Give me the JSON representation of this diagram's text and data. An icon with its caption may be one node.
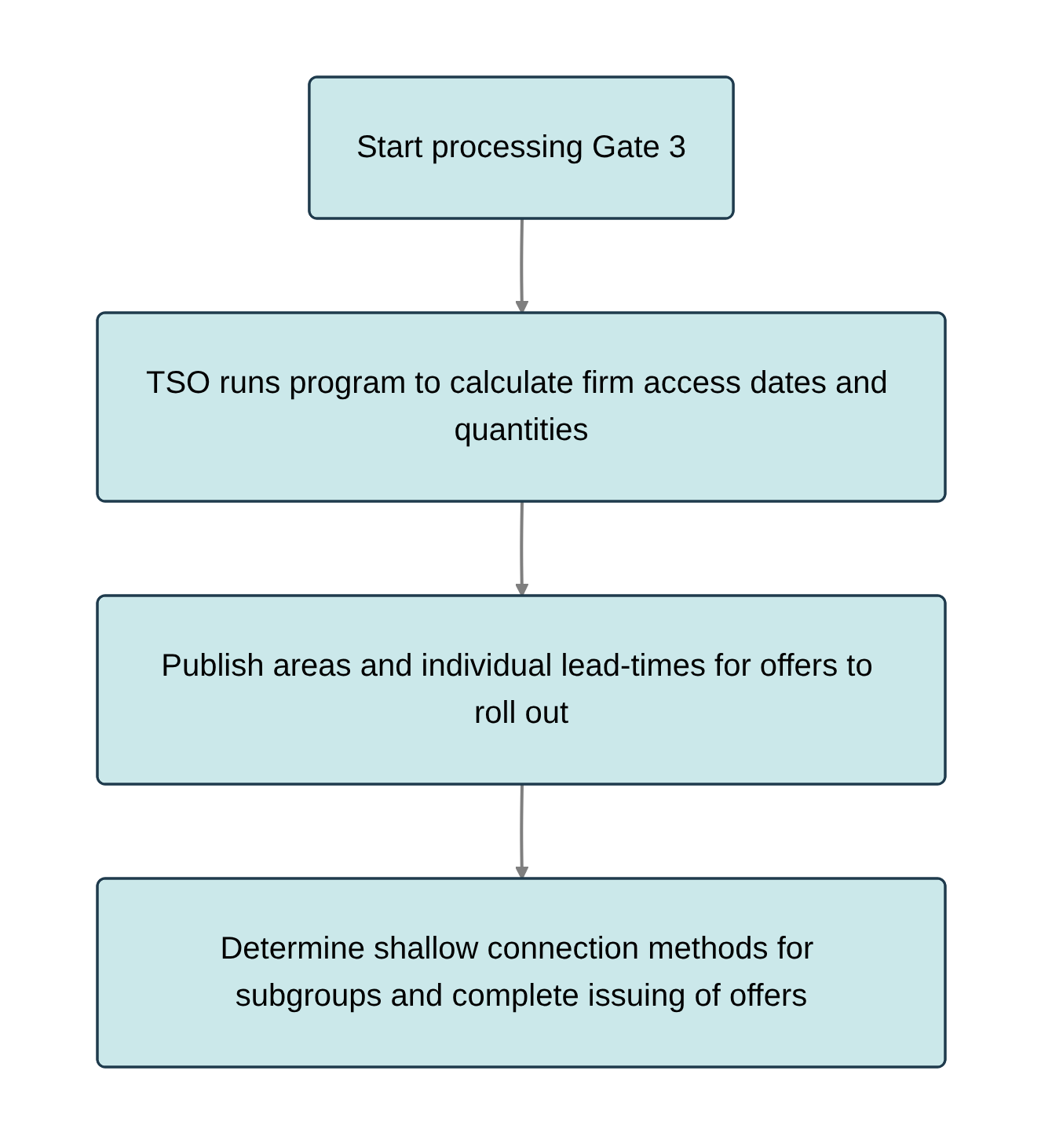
{
  "diagram": {
    "nodes": [
      {
        "text": [
          "Start processing Gate 3"
        ]
      },
      {
        "text": [
          "TSO runs program to calculate firm access dates and quantities"
        ]
      },
      {
        "text": [
          "Publish areas and individual lead-times for offers to roll out"
        ]
      },
      {
        "text": [
          "Determine shallow connection methods for subgroups and complete issuing of offers"
        ]
      }
    ],
    "edges": [
      {
        "from": 0,
        "to": 1,
        "arrow": "to"
      },
      {
        "from": 1,
        "to": 2,
        "arrow": "to"
      },
      {
        "from": 2,
        "to": 3,
        "arrow": "to"
      }
    ]
  }
}
